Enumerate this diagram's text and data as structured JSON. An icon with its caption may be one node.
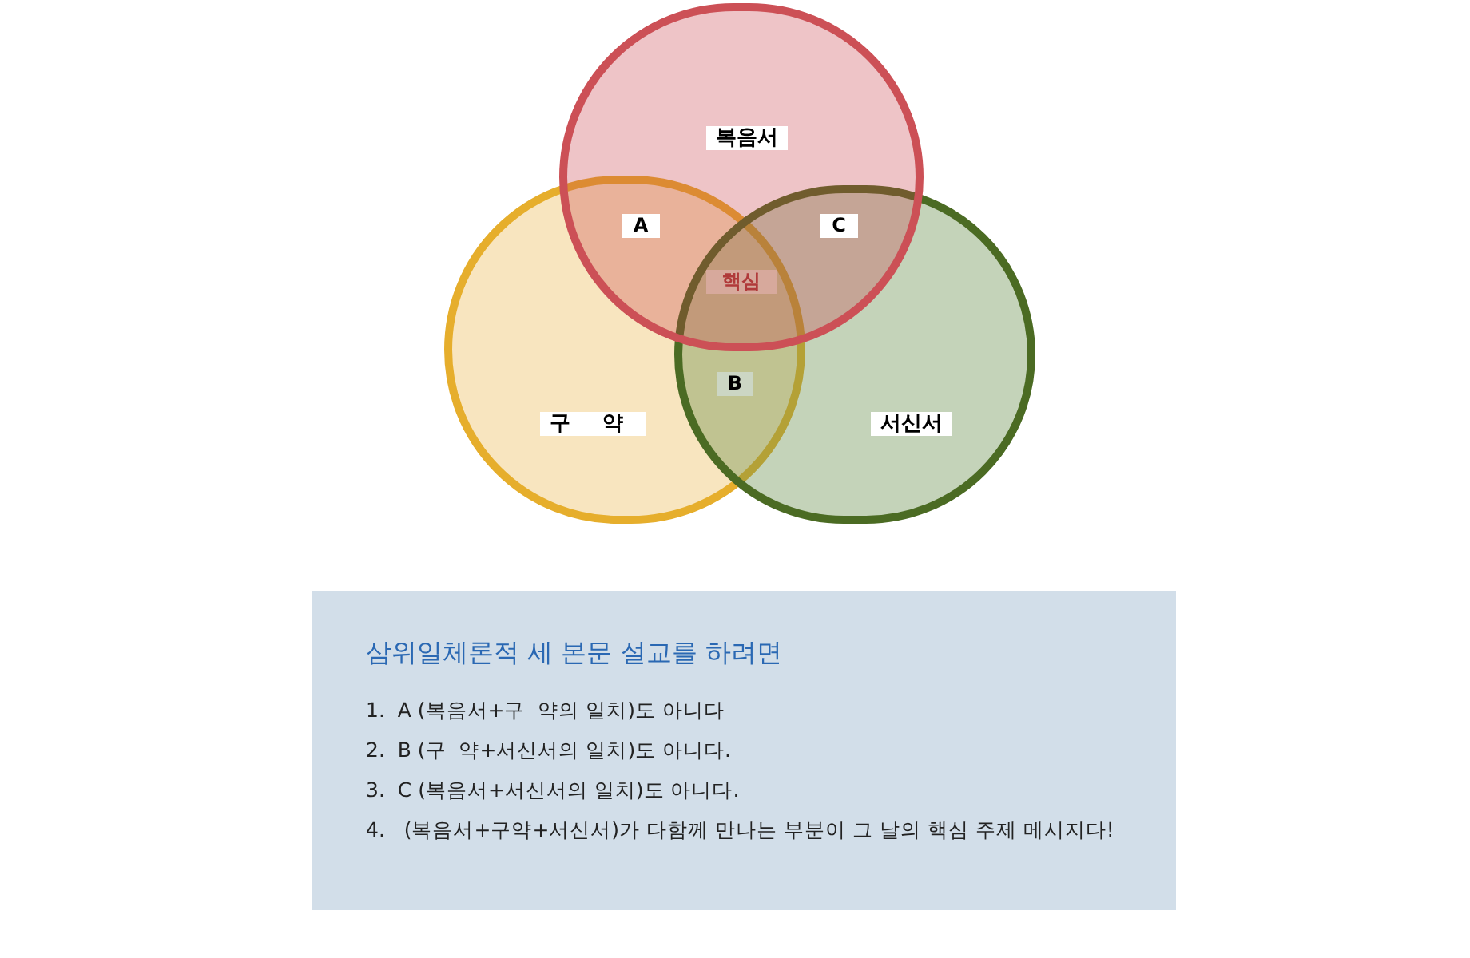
{
  "diagram": {
    "nodes": [
      {
        "text": [
          "복음서"
        ]
      },
      {
        "text": [
          "구 약"
        ]
      },
      {
        "text": [
          "서신서"
        ]
      },
      {
        "text": [
          "삼위일체론적 세 본문 설교를 하려면",
          "1.  A (복음서+구  약의 일치)도 아니다",
          "2.  B (구  약+서신서의 일치)도 아니다.",
          "3.  C (복음서+서신서의 일치)도 아니다.",
          "4.   (복음서+구약+서신서)가 다함께 만나는 부분이 그 날의 핵심 주제 메시지다!"
        ]
      }
    ],
    "labels": [
      "A",
      "C",
      "핵심",
      "B"
    ]
  }
}
